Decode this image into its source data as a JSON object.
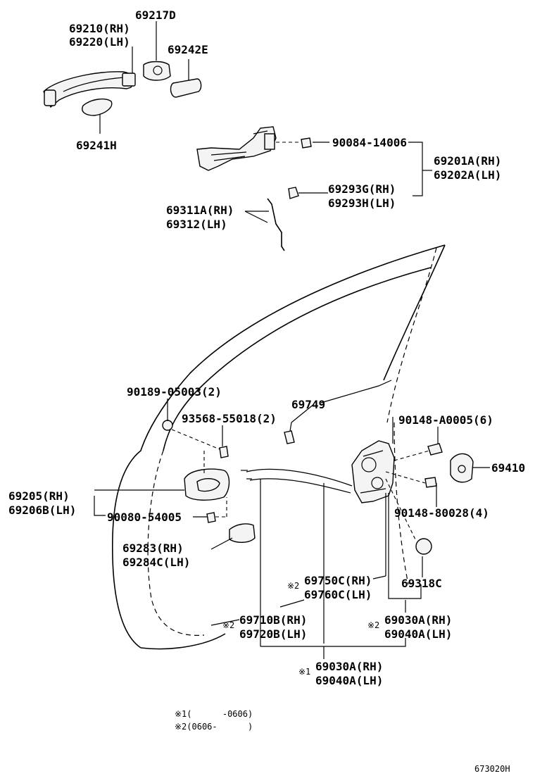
{
  "labels": {
    "l69217D": "69217D",
    "l69210": "69210(RH)",
    "l69220": "69220(LH)",
    "l69242E": "69242E",
    "l69241H": "69241H",
    "l90084": "90084-14006",
    "l69201A": "69201A(RH)",
    "l69202A": "69202A(LH)",
    "l69293G": "69293G(RH)",
    "l69293H": "69293H(LH)",
    "l69311A": "69311A(RH)",
    "l69312": "69312(LH)",
    "l90189": "90189-05003(2)",
    "l69749": "69749",
    "l93568": "93568-55018(2)",
    "l90148A": "90148-A0005(6)",
    "l69410": "69410",
    "l69205": "69205(RH)",
    "l69206B": "69206B(LH)",
    "l90080": "90080-54005",
    "l90148B": "90148-80028(4)",
    "l69283": "69283(RH)",
    "l69284C": "69284C(LH)",
    "l69750C": "69750C(RH)",
    "l69760C": "69760C(LH)",
    "l69318C": "69318C",
    "l69710B": "69710B(RH)",
    "l69720B": "69720B(LH)",
    "l69030A2": "69030A(RH)",
    "l69040A2": "69040A(LH)",
    "l69030A1": "69030A(RH)",
    "l69040A1": "69040A(LH)"
  },
  "marks": {
    "m2a": "※2",
    "m2b": "※2",
    "m2c": "※2",
    "m1": "※1"
  },
  "notes": {
    "n1": "※1(      -0606)",
    "n2": "※2(0606-      )"
  },
  "diagram_id": "673020H"
}
